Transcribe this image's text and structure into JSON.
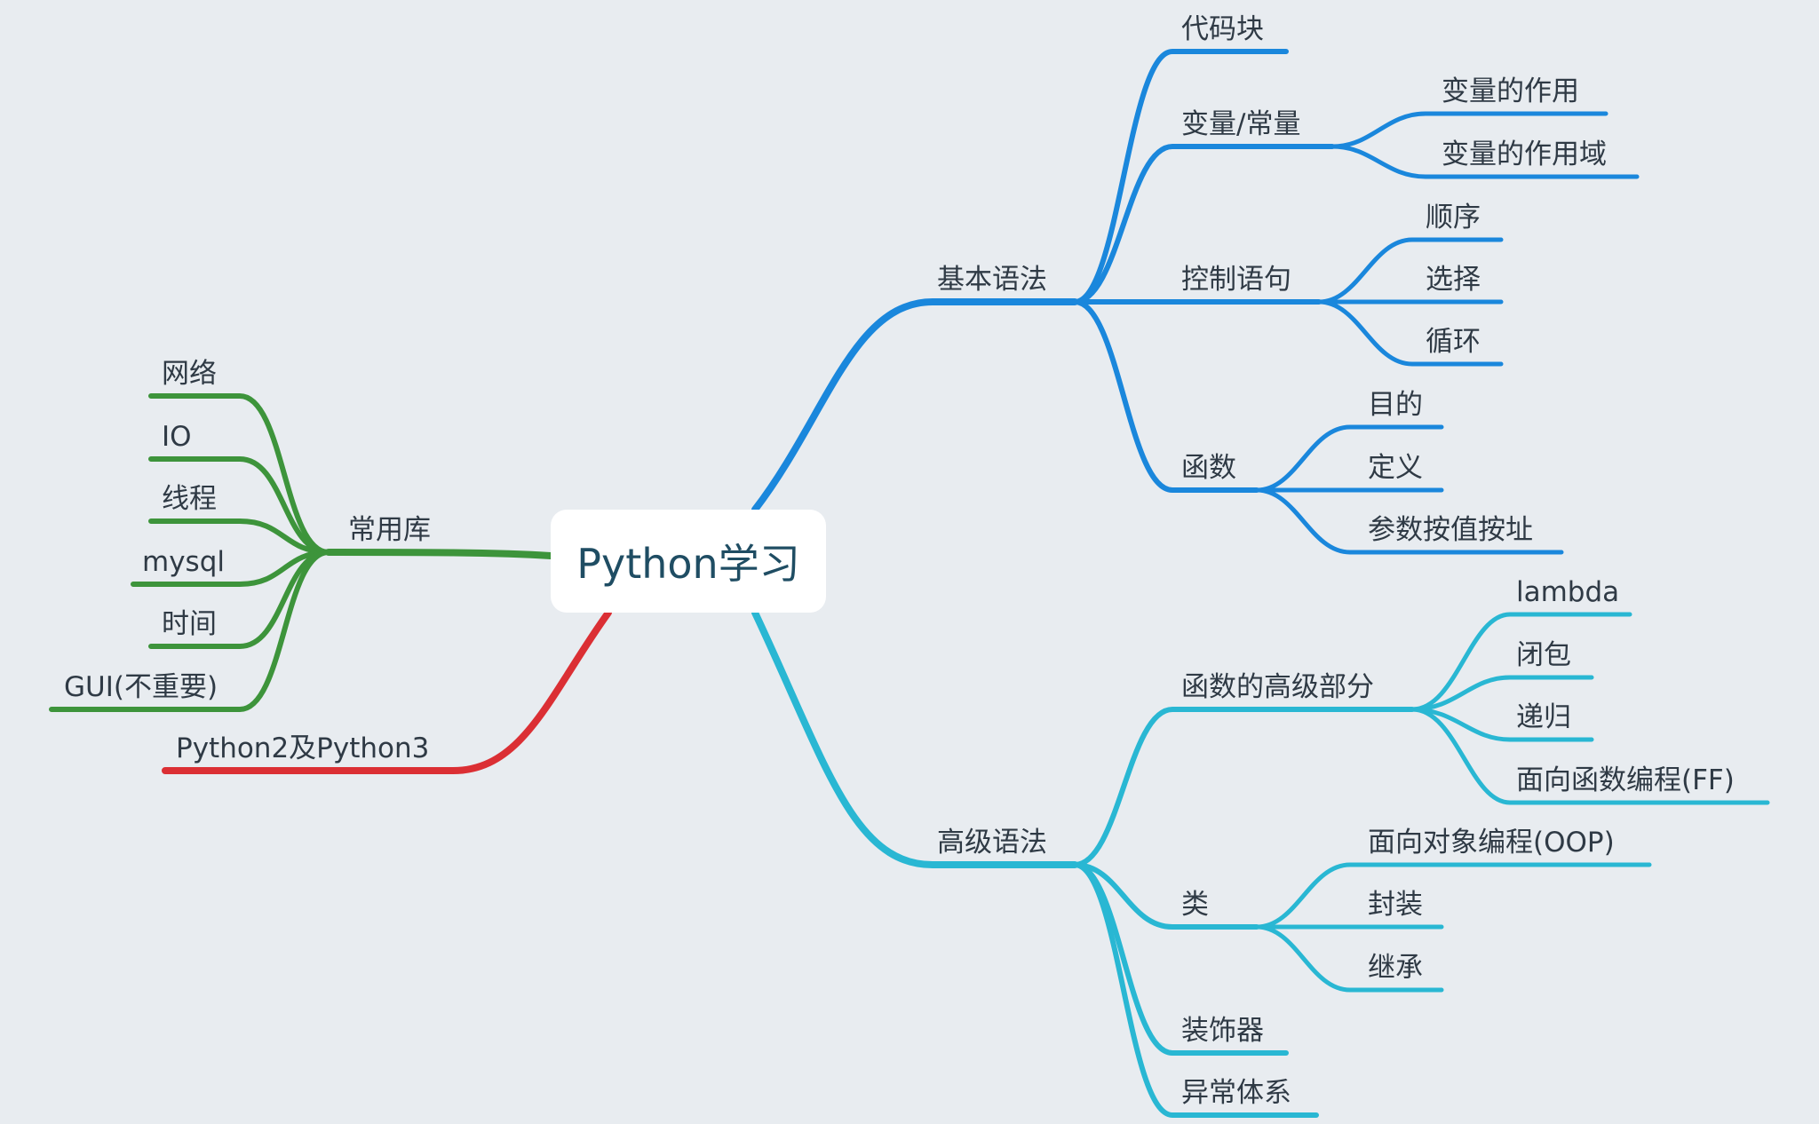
{
  "root": {
    "label": "Python学习"
  },
  "colors": {
    "background": "#e8ecf0",
    "basic": "#1a87dc",
    "advanced": "#29b7d3",
    "libs": "#3d943b",
    "versions": "#db2f34",
    "text": "#2f3a45",
    "root_text": "#1f4d63"
  },
  "basic": {
    "label": "基本语法",
    "code_block": "代码块",
    "variables": {
      "label": "变量/常量",
      "items": [
        "变量的作用",
        "变量的作用域"
      ]
    },
    "control": {
      "label": "控制语句",
      "items": [
        "顺序",
        "选择",
        "循环"
      ]
    },
    "functions": {
      "label": "函数",
      "items": [
        "目的",
        "定义",
        "参数按值按址"
      ]
    }
  },
  "advanced": {
    "label": "高级语法",
    "func_adv": {
      "label": "函数的高级部分",
      "items": [
        "lambda",
        "闭包",
        "递归",
        "面向函数编程(FF)"
      ]
    },
    "classes": {
      "label": "类",
      "items": [
        "面向对象编程(OOP)",
        "封装",
        "继承"
      ]
    },
    "decorators": "装饰器",
    "exceptions": "异常体系"
  },
  "libs": {
    "label": "常用库",
    "items": [
      "网络",
      "IO",
      "线程",
      "mysql",
      "时间",
      "GUI(不重要)"
    ]
  },
  "versions": {
    "label": "Python2及Python3"
  }
}
